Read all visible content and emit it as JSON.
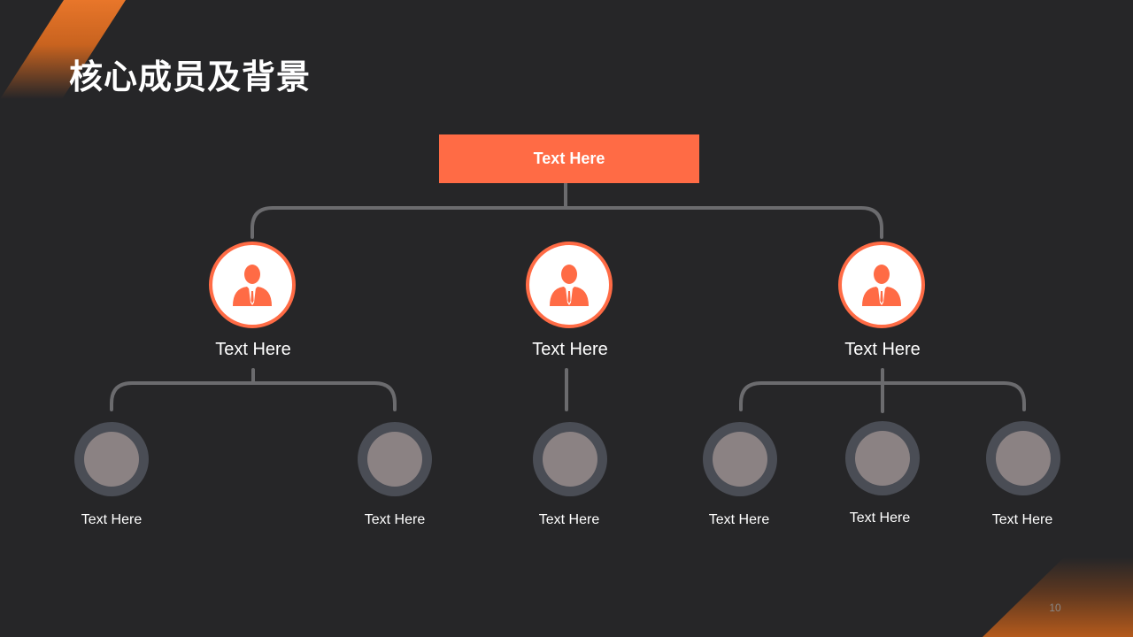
{
  "slide": {
    "title": "核心成员及背景",
    "page_number": "10",
    "accent_color": "#ff6b45"
  },
  "org": {
    "top": {
      "label": "Text Here"
    },
    "managers": [
      {
        "label": "Text Here",
        "icon": "person-icon"
      },
      {
        "label": "Text Here",
        "icon": "person-icon"
      },
      {
        "label": "Text Here",
        "icon": "person-icon"
      }
    ],
    "members": [
      {
        "label": "Text Here"
      },
      {
        "label": "Text Here"
      },
      {
        "label": "Text Here"
      },
      {
        "label": "Text Here"
      },
      {
        "label": "Text Here"
      },
      {
        "label": "Text Here"
      }
    ]
  }
}
